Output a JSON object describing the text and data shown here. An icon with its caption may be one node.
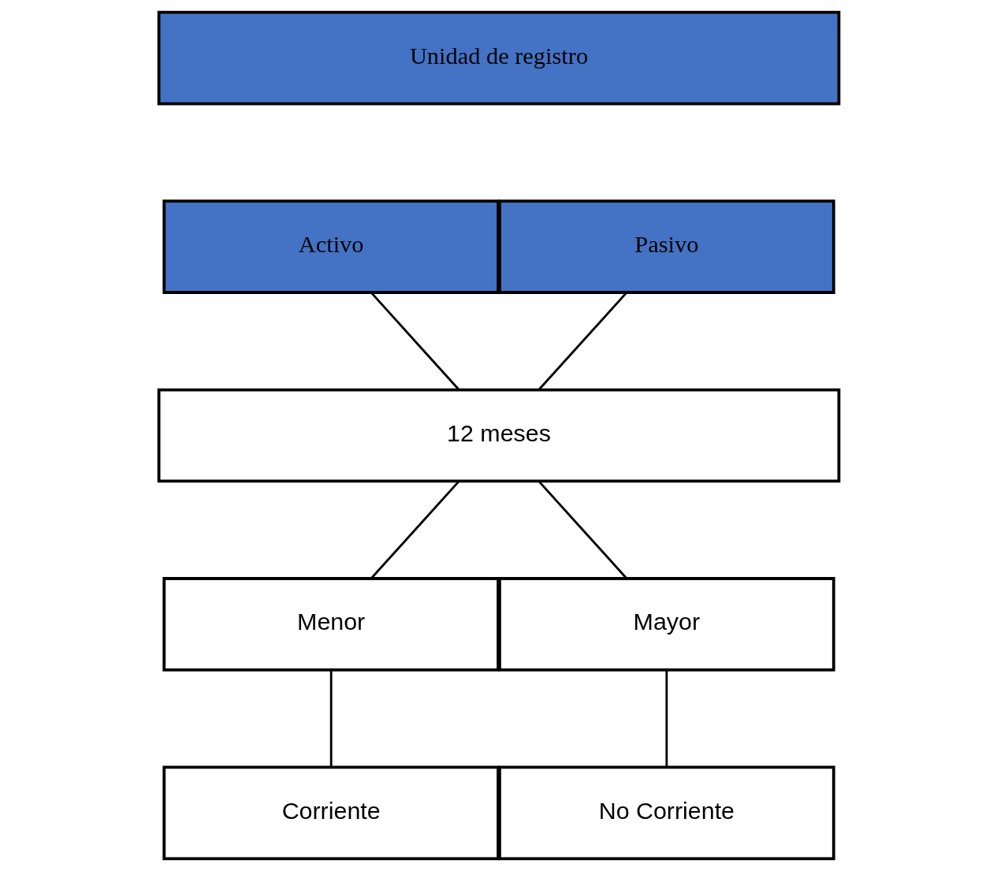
{
  "diagram": {
    "nodes": [
      {
        "text": [
          "Unidad de registro"
        ]
      },
      {
        "text": [
          "Activo"
        ]
      },
      {
        "text": [
          "Pasivo"
        ]
      },
      {
        "text": [
          "12 meses"
        ]
      },
      {
        "text": [
          "Menor"
        ]
      },
      {
        "text": [
          "Mayor"
        ]
      },
      {
        "text": [
          "Corriente"
        ]
      },
      {
        "text": [
          "No Corriente"
        ]
      }
    ],
    "edges": [
      {
        "from": 1,
        "to": 3,
        "arrow": "none"
      },
      {
        "from": 2,
        "to": 3,
        "arrow": "none"
      },
      {
        "from": 3,
        "to": 4,
        "arrow": "none"
      },
      {
        "from": 3,
        "to": 5,
        "arrow": "none"
      },
      {
        "from": 4,
        "to": 6,
        "arrow": "none"
      },
      {
        "from": 5,
        "to": 7,
        "arrow": "none"
      }
    ]
  }
}
